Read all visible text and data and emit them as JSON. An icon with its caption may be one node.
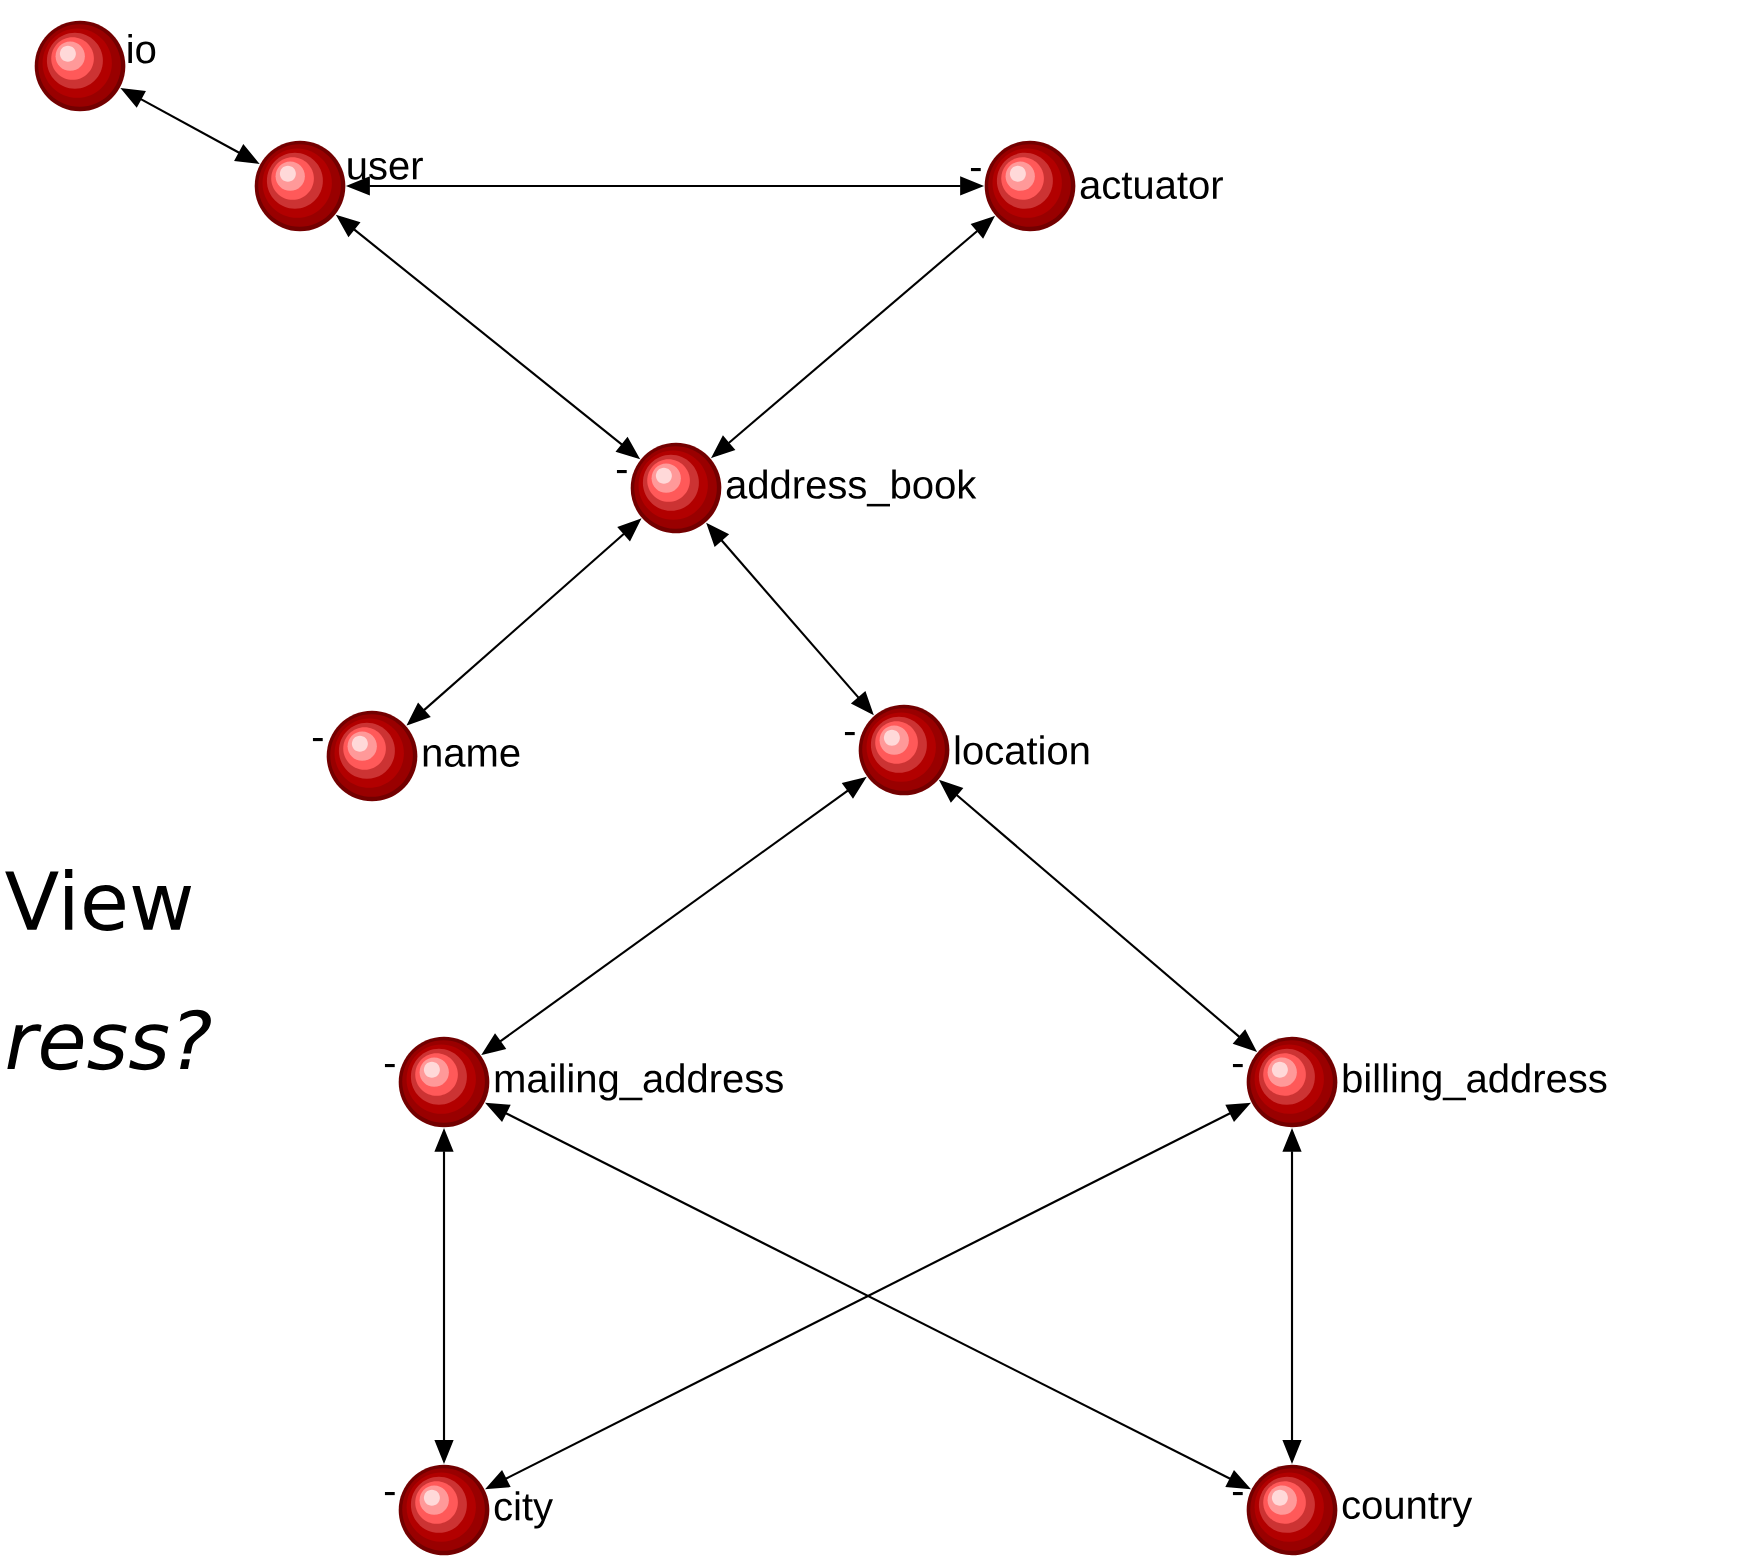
{
  "diagram": {
    "nodes": [
      {
        "text": [
          "io"
        ]
      },
      {
        "text": [
          "user"
        ]
      },
      {
        "text": [
          "actuator"
        ],
        "beside": [
          "-"
        ]
      },
      {
        "text": [
          "address_book"
        ],
        "beside": [
          "-"
        ]
      },
      {
        "text": [
          "name"
        ],
        "beside": [
          "-"
        ]
      },
      {
        "text": [
          "location"
        ],
        "beside": [
          "-"
        ]
      },
      {
        "text": [
          "mailing_address"
        ],
        "beside": [
          "-"
        ]
      },
      {
        "text": [
          "billing_address"
        ],
        "beside": [
          "-"
        ]
      },
      {
        "text": [
          "city"
        ],
        "beside": [
          "-"
        ]
      },
      {
        "text": [
          "country"
        ],
        "beside": [
          "-"
        ]
      }
    ],
    "edges": [
      {
        "from": 0,
        "to": 1,
        "arrow": "both"
      },
      {
        "from": 1,
        "to": 2,
        "arrow": "both"
      },
      {
        "from": 1,
        "to": 3,
        "arrow": "both"
      },
      {
        "from": 2,
        "to": 3,
        "arrow": "both"
      },
      {
        "from": 3,
        "to": 4,
        "arrow": "both"
      },
      {
        "from": 3,
        "to": 5,
        "arrow": "both"
      },
      {
        "from": 5,
        "to": 6,
        "arrow": "both"
      },
      {
        "from": 5,
        "to": 7,
        "arrow": "both"
      },
      {
        "from": 6,
        "to": 8,
        "arrow": "both"
      },
      {
        "from": 6,
        "to": 9,
        "arrow": "both"
      },
      {
        "from": 7,
        "to": 8,
        "arrow": "both"
      },
      {
        "from": 7,
        "to": 9,
        "arrow": "both"
      }
    ],
    "labels": [
      "View",
      "ress?"
    ]
  }
}
